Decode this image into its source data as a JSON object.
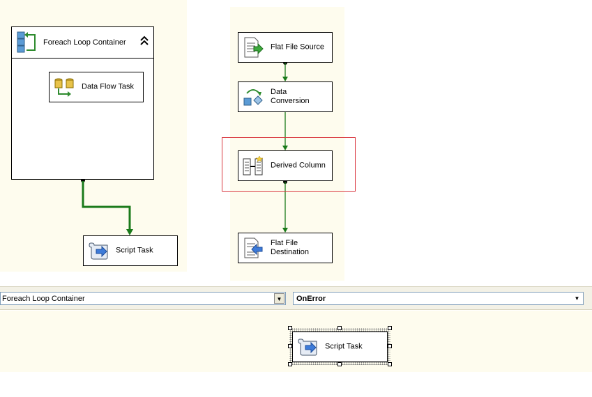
{
  "control_flow": {
    "foreach_container": {
      "label": "Foreach Loop Container",
      "collapse_glyph": "⌃"
    },
    "data_flow_task": {
      "label": "Data Flow Task"
    },
    "script_task": {
      "label": "Script Task"
    }
  },
  "data_flow": {
    "flat_file_source": {
      "label": "Flat File Source"
    },
    "data_conversion": {
      "line1": "Data",
      "line2": "Conversion"
    },
    "derived_column": {
      "label": "Derived Column"
    },
    "flat_file_destination": {
      "line1": "Flat File",
      "line2": "Destination"
    }
  },
  "event_handlers": {
    "executable_select": {
      "value": "Foreach Loop Container"
    },
    "event_select": {
      "value": "OnError"
    },
    "script_task": {
      "label": "Script Task"
    }
  },
  "icons": {
    "dropdown": "▼"
  },
  "colors": {
    "panel_bg": "#fefcee",
    "connector_green": "#1a7a1a",
    "highlight_red": "#d9363e"
  }
}
